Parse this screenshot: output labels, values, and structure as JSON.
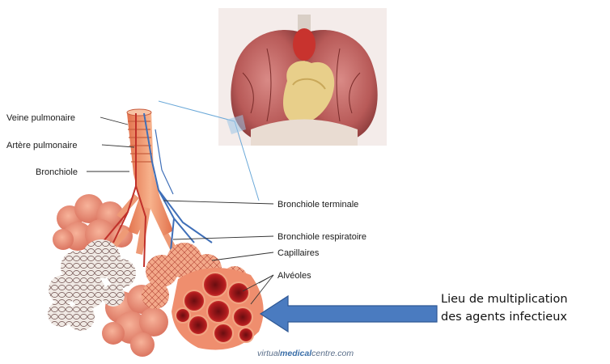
{
  "labels": {
    "veine": "Veine pulmonaire",
    "artere": "Artère pulmonaire",
    "bronchiole": "Bronchiole",
    "terminale": "Bronchiole terminale",
    "respiratoire": "Bronchiole respiratoire",
    "capillaires": "Capillaires",
    "alveoles": "Alvéoles"
  },
  "callout": {
    "line1": "Lieu de multiplication",
    "line2": "des agents infectieux"
  },
  "credit": {
    "prefix": "virtual",
    "highlight": "medical",
    "suffix": "centre.com"
  },
  "colors": {
    "arrow": "#4a7bc0",
    "tissue": "#f2a07a",
    "capillary_blue": "#3f6fb8",
    "vessel_red": "#c0302a",
    "link_blue": "#6aa8d8"
  },
  "icons": {
    "lungs": "lungs-illustration",
    "tree": "bronchial-tree-illustration",
    "arrow": "left-arrow"
  }
}
